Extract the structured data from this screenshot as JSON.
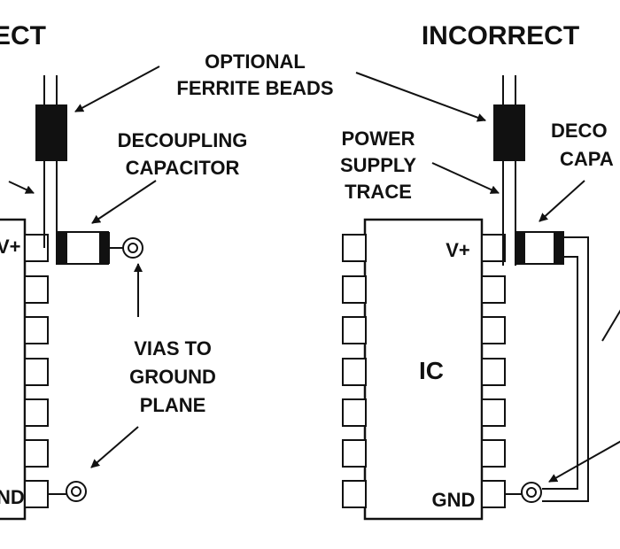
{
  "diagram": {
    "left_title": "ECT",
    "right_title": "INCORRECT",
    "ferrite_label": [
      "OPTIONAL",
      "FERRITE BEADS"
    ],
    "decoupling_label": [
      "DECOUPLING",
      "CAPACITOR"
    ],
    "power_supply_label": [
      "POWER",
      "SUPPLY",
      "TRACE"
    ],
    "vias_label": [
      "VIAS TO",
      "GROUND",
      "PLANE"
    ],
    "right_decoupling_label_partial": [
      "DECO",
      "CAPA"
    ],
    "left_ic_vplus": "V+",
    "left_ic_gnd": "ND",
    "right_ic_vplus": "V+",
    "right_ic_gnd": "GND",
    "right_ic_name": "IC"
  },
  "colors": {
    "ink": "#111111",
    "background": "#ffffff"
  }
}
